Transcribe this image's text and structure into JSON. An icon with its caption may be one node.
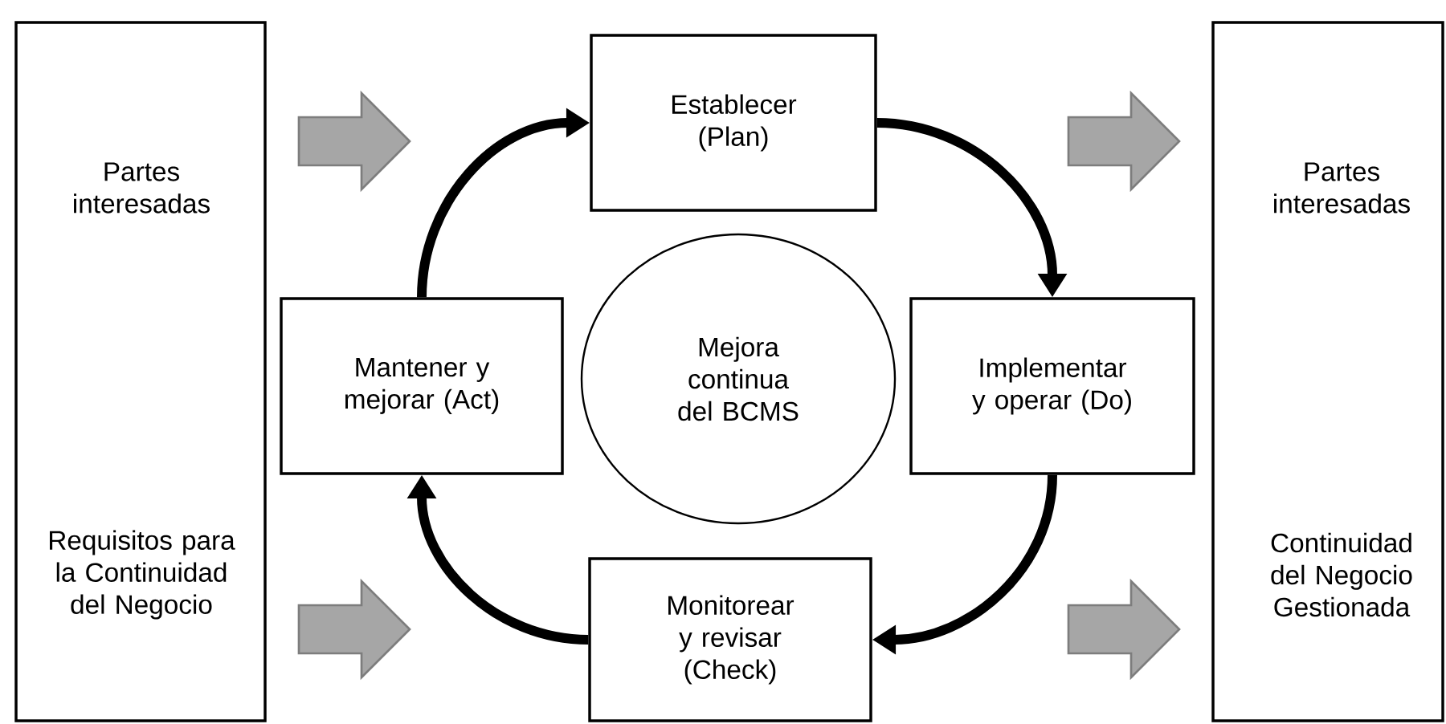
{
  "diagram": {
    "nodes": [
      {
        "text": [
          "Partes interesadas",
          "Requisitos para la Continuidad del Negocio"
        ]
      },
      {
        "text": [
          "Establecer (Plan)"
        ]
      },
      {
        "text": [
          "Mantener y mejorar (Act)"
        ]
      },
      {
        "text": [
          "Mejora continua del BCMS"
        ]
      },
      {
        "text": [
          "Implementar y operar (Do)"
        ]
      },
      {
        "text": [
          "Monitorear y revisar (Check)"
        ]
      },
      {
        "text": [
          "Partes interesadas",
          "Continuidad del Negocio Gestionada"
        ]
      }
    ],
    "edges": [
      {
        "from": 1,
        "to": 4,
        "arrow": "to"
      },
      {
        "from": 4,
        "to": 5,
        "arrow": "to"
      },
      {
        "from": 5,
        "to": 2,
        "arrow": "to"
      },
      {
        "from": 2,
        "to": 1,
        "arrow": "to"
      },
      {
        "from": 0,
        "to": null,
        "arrow": "to",
        "color": "#a6a6a6"
      },
      {
        "from": 0,
        "to": null,
        "arrow": "to",
        "color": "#a6a6a6"
      },
      {
        "from": null,
        "to": 6,
        "arrow": "to",
        "color": "#a6a6a6"
      },
      {
        "from": null,
        "to": 6,
        "arrow": "to",
        "color": "#a6a6a6"
      }
    ]
  }
}
